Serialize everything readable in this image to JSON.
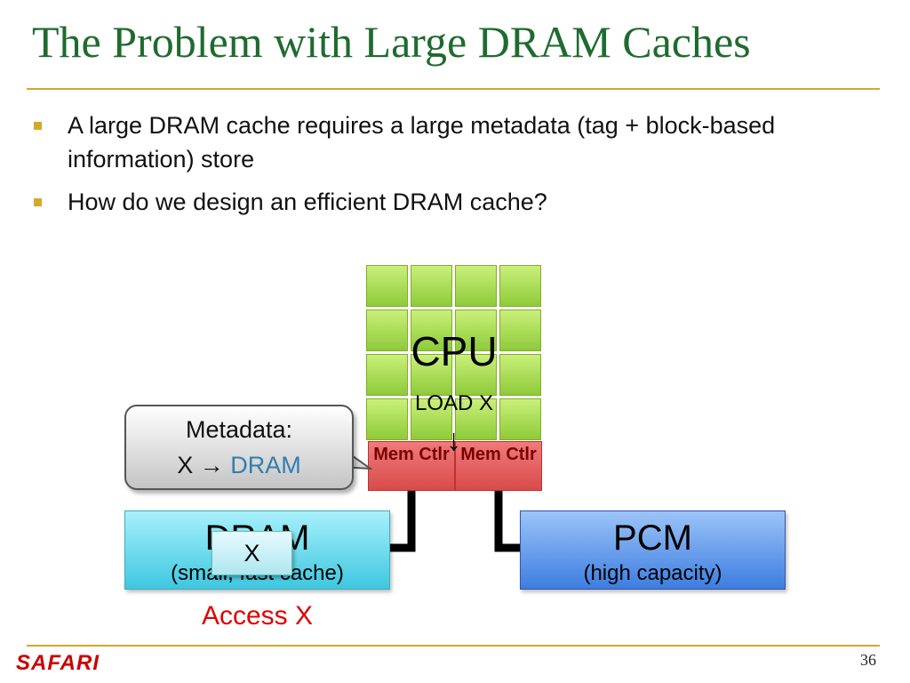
{
  "slide": {
    "title": "The Problem with Large DRAM Caches",
    "bullets": [
      "A large DRAM cache requires a large metadata (tag + block-based information) store",
      "How do we design an efficient DRAM cache?"
    ],
    "page_number": "36",
    "logo_text": "SAFARI"
  },
  "diagram": {
    "cpu_label": "CPU",
    "load_label": "LOAD X",
    "mem_ctlr_left": "Mem Ctlr",
    "mem_ctlr_right": "Mem Ctlr",
    "callout_line1": "Metadata:",
    "callout_x": "X",
    "callout_arrow": "→",
    "callout_target": "DRAM",
    "dram_name": "DRAM",
    "dram_sub": "(small, fast cache)",
    "x_block": "X",
    "pcm_name": "PCM",
    "pcm_sub": "(high capacity)",
    "access_label": "Access X",
    "colors": {
      "title": "#1f6b2f",
      "accent_rule": "#d4a82b",
      "access_text": "#e00000",
      "dram_word": "#2f7fb0"
    }
  }
}
